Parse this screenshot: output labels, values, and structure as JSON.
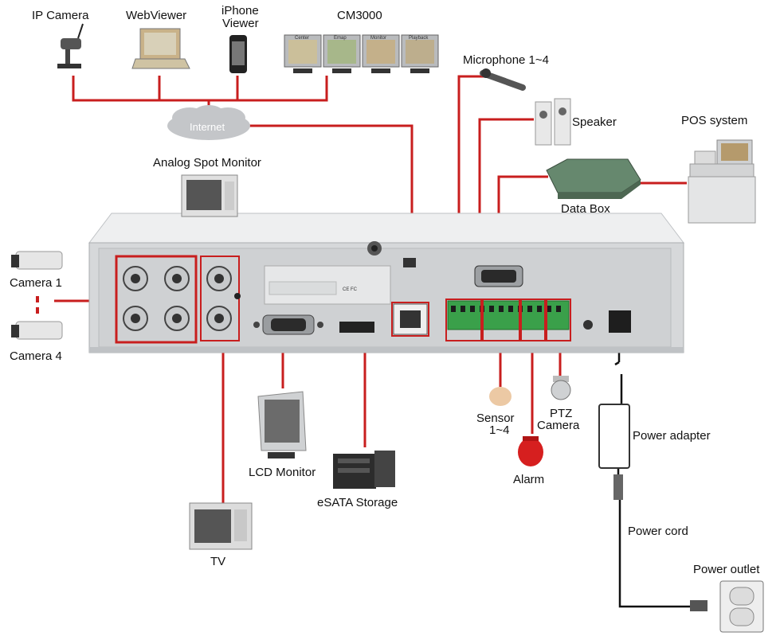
{
  "labels": {
    "ip_camera": "IP Camera",
    "webviewer": "WebViewer",
    "iphone_viewer_1": "iPhone",
    "iphone_viewer_2": "Viewer",
    "cm3000": "CM3000",
    "cm_screen_1": "Center",
    "cm_screen_2": "Emap",
    "cm_screen_3": "Monitor",
    "cm_screen_4": "Playback",
    "internet": "Internet",
    "microphone": "Microphone 1~4",
    "speaker": "Speaker",
    "pos_system": "POS system",
    "data_box": "Data Box",
    "analog_spot_monitor": "Analog Spot Monitor",
    "camera_1": "Camera 1",
    "camera_4": "Camera 4",
    "lcd_monitor": "LCD Monitor",
    "esata_storage": "eSATA Storage",
    "tv": "TV",
    "sensor_1": "Sensor",
    "sensor_2": "1~4",
    "ptz_1": "PTZ",
    "ptz_2": "Camera",
    "alarm": "Alarm",
    "power_adapter": "Power adapter",
    "power_cord": "Power cord",
    "power_outlet": "Power outlet"
  },
  "colors": {
    "wire": "#c81e1e",
    "panel": "#d9dbdd",
    "terminal": "#3aa04a"
  }
}
